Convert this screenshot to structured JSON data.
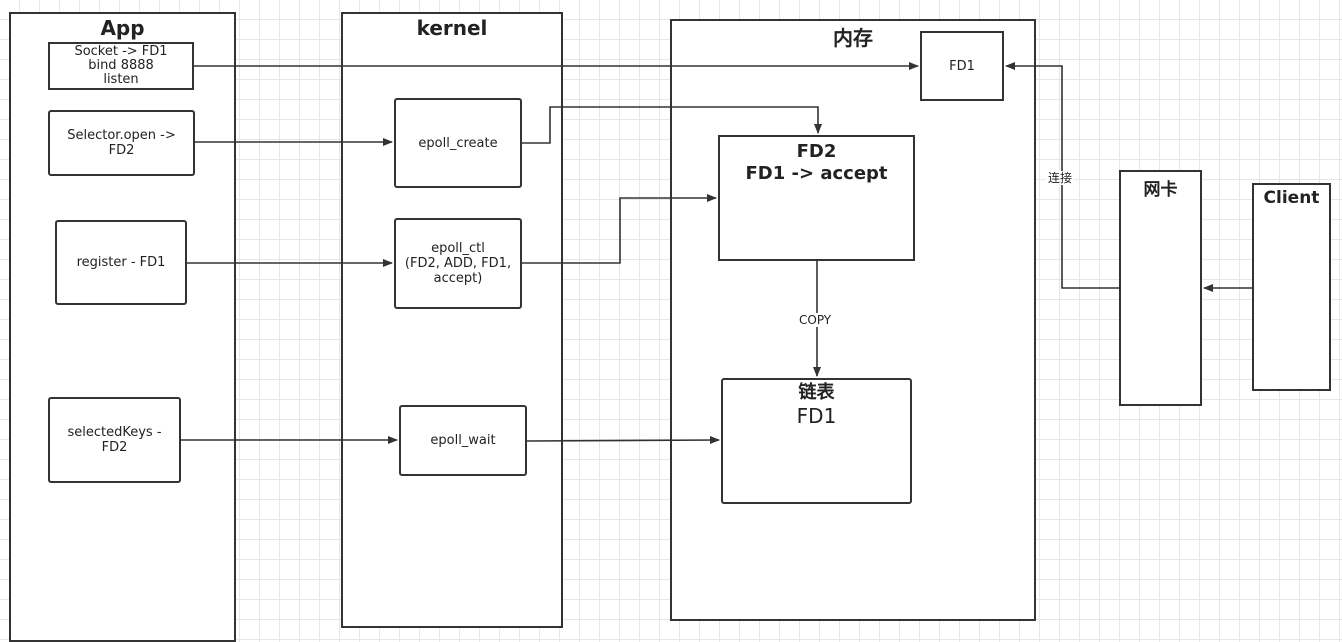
{
  "lanes": {
    "app": "App",
    "kernel": "kernel",
    "memory": "内存",
    "nic": "网卡",
    "client": "Client"
  },
  "app_boxes": {
    "socket": "Socket -> FD1\nbind 8888\nlisten",
    "selector_open": "Selector.open ->\nFD2",
    "register": "register - FD1",
    "selected_keys": "selectedKeys -\nFD2"
  },
  "kernel_boxes": {
    "epoll_create": "epoll_create",
    "epoll_ctl": "epoll_ctl\n(FD2, ADD, FD1,\naccept)",
    "epoll_wait": "epoll_wait"
  },
  "memory_boxes": {
    "fd1": "FD1",
    "fd2_title": "FD2",
    "fd2_sub": "FD1 -> accept",
    "linked_list_title": "链表",
    "linked_list_sub": "FD1"
  },
  "edge_labels": {
    "copy": "COPY",
    "connect": "连接"
  }
}
